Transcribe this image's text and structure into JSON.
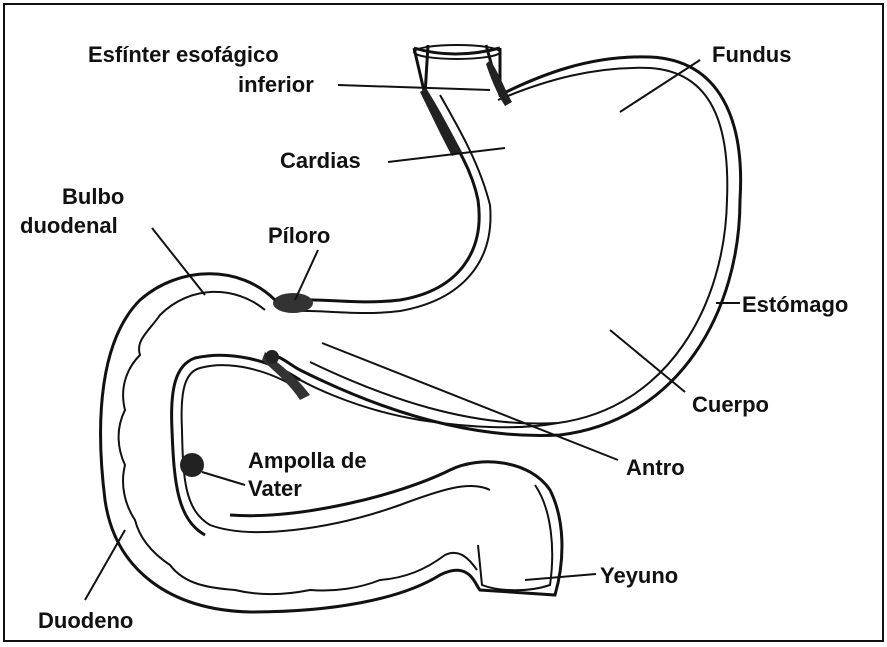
{
  "labels": {
    "esfinter_line1": "Esfínter esofágico",
    "esfinter_line2": "inferior",
    "fundus": "Fundus",
    "cardias": "Cardias",
    "bulbo_line1": "Bulbo",
    "bulbo_line2": "duodenal",
    "piloro": "Píloro",
    "estomago": "Estómago",
    "cuerpo": "Cuerpo",
    "ampolla_line1": "Ampolla de",
    "ampolla_line2": "Vater",
    "antro": "Antro",
    "yeyuno": "Yeyuno",
    "duodeno": "Duodeno"
  },
  "colors": {
    "ink": "#111111",
    "background": "#ffffff"
  }
}
